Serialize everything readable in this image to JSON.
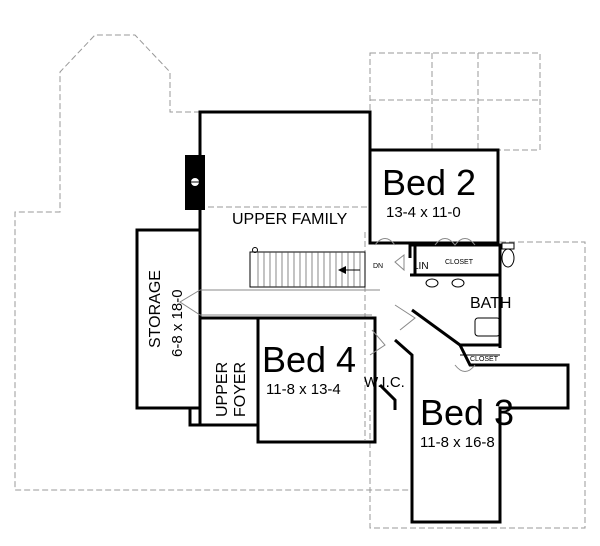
{
  "rooms": {
    "bed2": {
      "name": "Bed 2",
      "size": "13-4 x 11-0"
    },
    "bed3": {
      "name": "Bed 3",
      "size": "11-8 x 16-8"
    },
    "bed4": {
      "name": "Bed 4",
      "size": "11-8 x 13-4"
    },
    "upper_family": {
      "name": "UPPER FAMILY"
    },
    "storage": {
      "name": "STORAGE",
      "size": "6-8 x 18-0"
    },
    "upper_foyer": {
      "name1": "UPPER",
      "name2": "FOYER"
    },
    "bath": {
      "name": "BATH"
    },
    "wic": {
      "name": "W.I.C."
    },
    "lin": {
      "name": "LIN"
    },
    "closet_bed2": {
      "name": "CLOSET"
    },
    "closet_bed3": {
      "name": "CLOSET"
    }
  },
  "stairs": {
    "label": "DN"
  }
}
